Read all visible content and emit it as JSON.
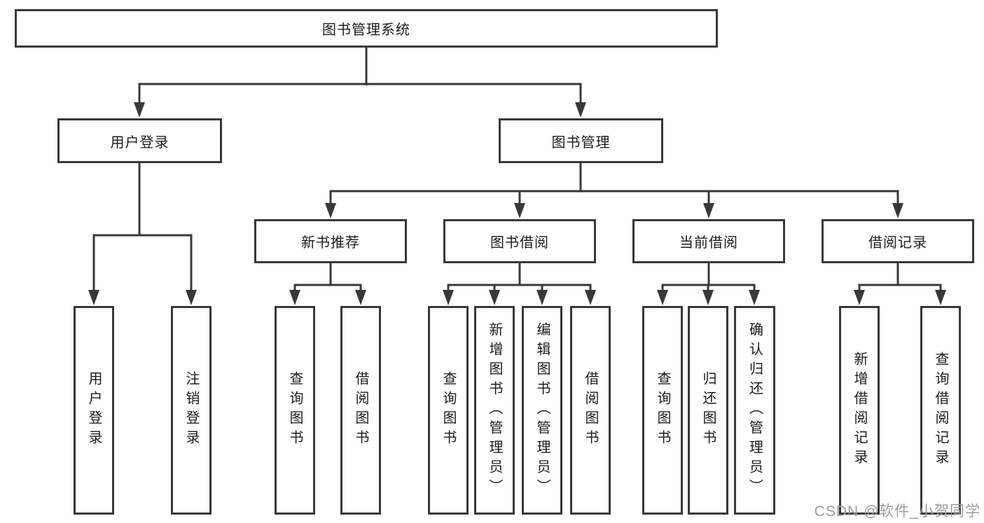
{
  "diagram": {
    "root": {
      "label": "图书管理系统",
      "children": [
        {
          "label": "用户登录",
          "children": [
            {
              "label": "用户登录"
            },
            {
              "label": "注销登录"
            }
          ]
        },
        {
          "label": "图书管理",
          "children": [
            {
              "label": "新书推荐",
              "children": [
                {
                  "label": "查询图书"
                },
                {
                  "label": "借阅图书"
                }
              ]
            },
            {
              "label": "图书借阅",
              "children": [
                {
                  "label": "查询图书"
                },
                {
                  "label": "新增图书（管理员）"
                },
                {
                  "label": "编辑图书（管理员）"
                },
                {
                  "label": "借阅图书"
                }
              ]
            },
            {
              "label": "当前借阅",
              "children": [
                {
                  "label": "查询图书"
                },
                {
                  "label": "归还图书"
                },
                {
                  "label": "确认归还（管理员）"
                }
              ]
            },
            {
              "label": "借阅记录",
              "children": [
                {
                  "label": "新增借阅记录"
                },
                {
                  "label": "查询借阅记录"
                }
              ]
            }
          ]
        }
      ]
    }
  },
  "watermark": {
    "text": "CSDN @软件_小贺同学"
  },
  "colors": {
    "line": "#383838",
    "box_border": "#383838",
    "box_fill": "#ffffff",
    "text": "#1c1c1c",
    "watermark": "#9c9c9c",
    "background": "#ffffff"
  }
}
